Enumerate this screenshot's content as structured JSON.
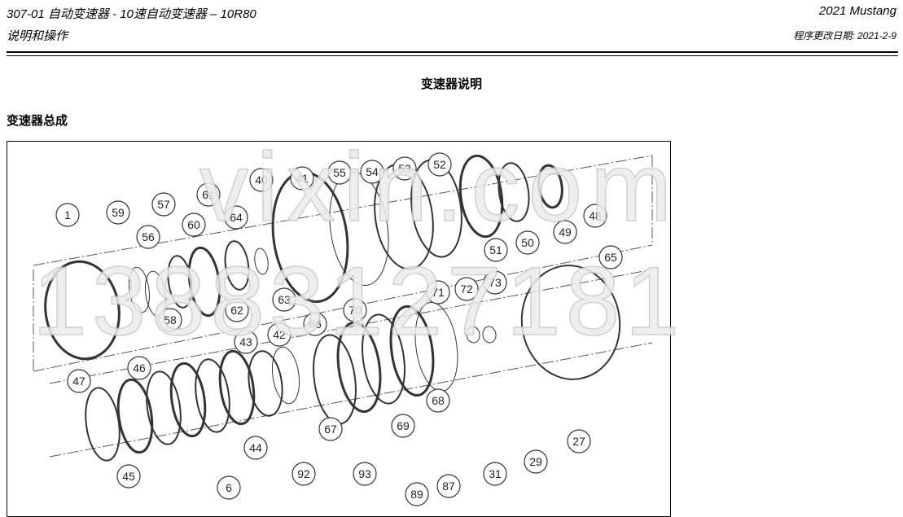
{
  "header": {
    "section": "307-01 自动变速器 - 10速自动变速器 – 10R80",
    "subsection": "说明和操作",
    "vehicle": "2021 Mustang",
    "revision": "程序更改日期: 2021-2-9"
  },
  "page_title": "变速器说明",
  "section_heading": "变速器总成",
  "figure": {
    "callouts": [
      "1",
      "59",
      "56",
      "57",
      "60",
      "61",
      "64",
      "40",
      "41",
      "55",
      "54",
      "53",
      "52",
      "48",
      "49",
      "50",
      "51",
      "65",
      "58",
      "62",
      "63",
      "73",
      "72",
      "71",
      "70",
      "66",
      "42",
      "43",
      "46",
      "47",
      "68",
      "69",
      "67",
      "44",
      "45",
      "27",
      "29",
      "31",
      "87",
      "89",
      "93",
      "92",
      "6"
    ]
  },
  "watermark": [
    "vixin.com",
    "13883127181"
  ]
}
